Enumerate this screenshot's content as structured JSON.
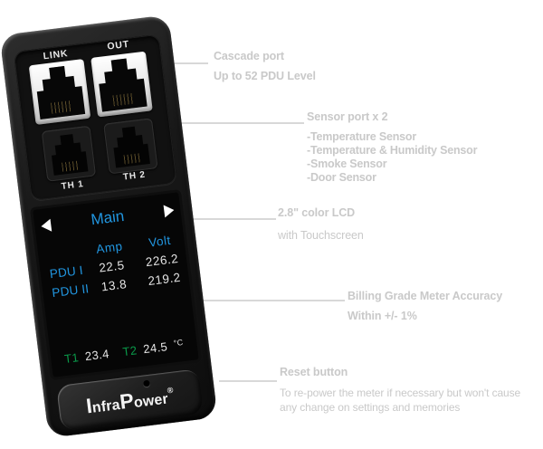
{
  "device": {
    "port_labels": {
      "link": "LINK",
      "out": "OUT",
      "th1": "TH 1",
      "th2": "TH 2"
    },
    "lcd": {
      "title": "Main",
      "columns": {
        "amp": "Amp",
        "volt": "Volt"
      },
      "rows": [
        {
          "label": "PDU I",
          "amp": "22.5",
          "volt": "226.2"
        },
        {
          "label": "PDU II",
          "amp": "13.8",
          "volt": "219.2"
        }
      ],
      "temps": {
        "t1_label": "T1",
        "t1_value": "23.4",
        "t2_label": "T2",
        "t2_value": "24.5",
        "unit": "°C"
      }
    },
    "logo": {
      "i": "I",
      "nfra": "nfra",
      "p": "P",
      "ower": "ower",
      "reg": "®"
    }
  },
  "annotations": {
    "cascade": {
      "title": "Cascade port",
      "line1": "Up to 52 PDU Level"
    },
    "sensor": {
      "title": "Sensor port x 2",
      "items": [
        "-Temperature Sensor",
        "-Temperature & Humidity Sensor",
        "-Smoke Sensor",
        "-Door Sensor"
      ]
    },
    "lcd": {
      "title": "2.8\" color LCD",
      "line1": "with Touchscreen"
    },
    "billing": {
      "title": "Billing Grade Meter Accuracy",
      "line1": "Within +/- 1%"
    },
    "reset": {
      "title": "Reset button",
      "line1": "To re-power the meter if necessary but won't cause",
      "line2": "any change on settings and memories"
    }
  },
  "colors": {
    "lcd_blue": "#2196e0",
    "lcd_green": "#0a9a4a",
    "lcd_white": "#e4e4e4",
    "annotation_gray": "#c9c9c9",
    "leader_line": "#d8d8d8"
  }
}
